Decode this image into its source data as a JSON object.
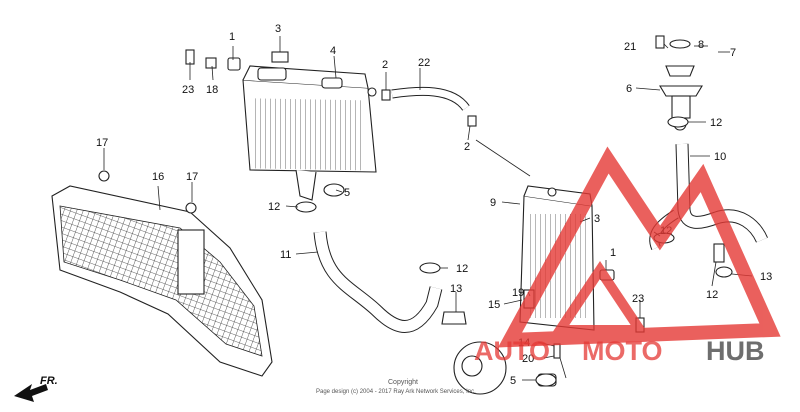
{
  "labels": {
    "l1a": "1",
    "l1b": "1",
    "l2a": "2",
    "l2b": "2",
    "l3a": "3",
    "l3b": "3",
    "l4": "4",
    "l5a": "5",
    "l5b": "5",
    "l6": "6",
    "l7": "7",
    "l8": "8",
    "l9": "9",
    "l10": "10",
    "l11": "11",
    "l12a": "12",
    "l12b": "12",
    "l12c": "12",
    "l12d": "12",
    "l12e": "12",
    "l13a": "13",
    "l13b": "13",
    "l14": "14",
    "l15": "15",
    "l16": "16",
    "l17a": "17",
    "l17b": "17",
    "l18": "18",
    "l19": "19",
    "l20": "20",
    "l21": "21",
    "l22": "22",
    "l23a": "23",
    "l23b": "23"
  },
  "direction": "FR.",
  "watermark": {
    "auto": "AUTO",
    "moto": "MOTO",
    "hub": "HUB"
  },
  "copyright": {
    "line1": "Copyright",
    "line2": "Page design (c) 2004 - 2017 Ray Ark Network Services, Inc."
  },
  "colors": {
    "watermark_red": "#e53935",
    "watermark_gray": "#555555",
    "line": "#222222"
  }
}
